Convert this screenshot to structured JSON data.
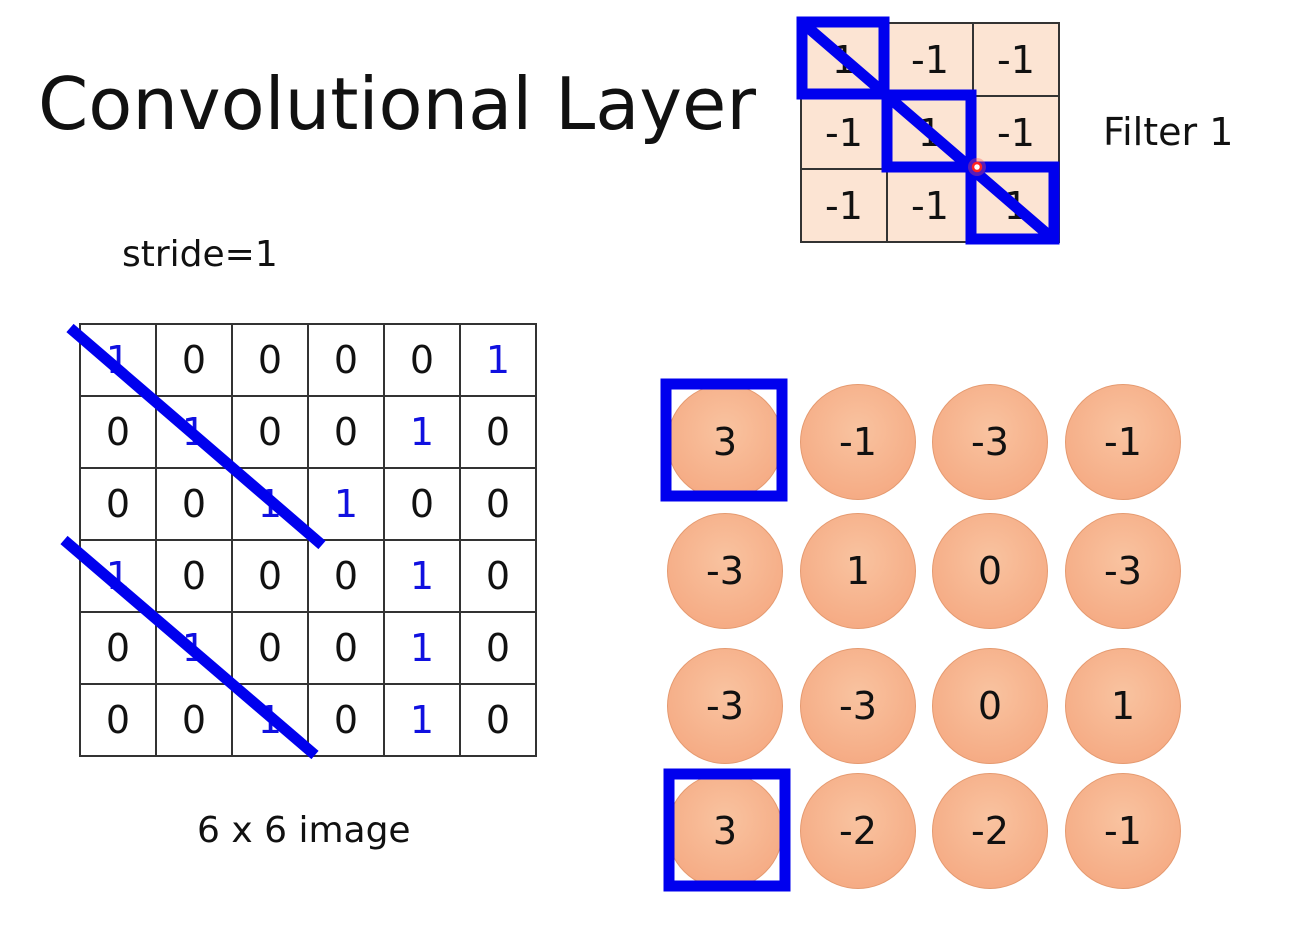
{
  "title": "Convolutional Layer",
  "filter": {
    "label": "Filter 1",
    "values": [
      [
        "1",
        "-1",
        "-1"
      ],
      [
        "-1",
        "1",
        "-1"
      ],
      [
        "-1",
        "-1",
        "1"
      ]
    ]
  },
  "stride_label": "stride=1",
  "image": {
    "label": "6 x 6 image",
    "values": [
      [
        "1",
        "0",
        "0",
        "0",
        "0",
        "1"
      ],
      [
        "0",
        "1",
        "0",
        "0",
        "1",
        "0"
      ],
      [
        "0",
        "0",
        "1",
        "1",
        "0",
        "0"
      ],
      [
        "1",
        "0",
        "0",
        "0",
        "1",
        "0"
      ],
      [
        "0",
        "1",
        "0",
        "0",
        "1",
        "0"
      ],
      [
        "0",
        "0",
        "1",
        "0",
        "1",
        "0"
      ]
    ]
  },
  "output": {
    "values": [
      [
        "3",
        "-1",
        "-3",
        "-1"
      ],
      [
        "-3",
        "1",
        "0",
        "-3"
      ],
      [
        "-3",
        "-3",
        "0",
        "1"
      ],
      [
        "3",
        "-2",
        "-2",
        "-1"
      ]
    ]
  },
  "colors": {
    "highlight": "#0000ee",
    "filter_cell": "#fce4d3",
    "output_circle": "#f4a47c",
    "one_value": "#1010e0",
    "pointer": "#ff2020"
  }
}
